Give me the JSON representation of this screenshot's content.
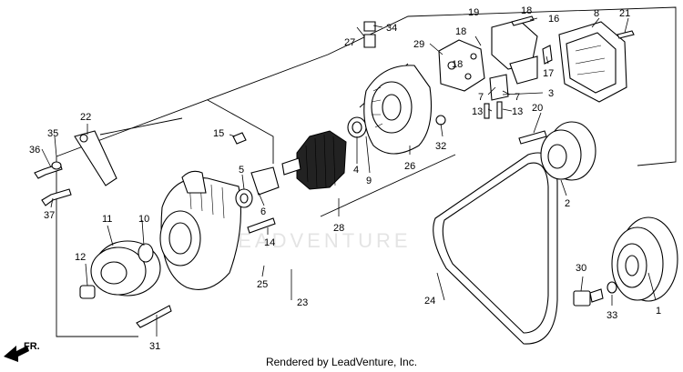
{
  "diagram": {
    "watermark": "LEADVENTURE",
    "direction_arrow_label": "FR.",
    "footer_text": "Rendered by LeadVenture, Inc.",
    "callouts": [
      "1",
      "2",
      "3",
      "4",
      "5",
      "6",
      "7",
      "7",
      "8",
      "9",
      "10",
      "11",
      "12",
      "13",
      "13",
      "14",
      "15",
      "16",
      "17",
      "18",
      "18",
      "18",
      "19",
      "20",
      "21",
      "22",
      "23",
      "24",
      "25",
      "26",
      "27",
      "28",
      "29",
      "30",
      "31",
      "32",
      "33",
      "34",
      "35",
      "36",
      "37"
    ]
  }
}
